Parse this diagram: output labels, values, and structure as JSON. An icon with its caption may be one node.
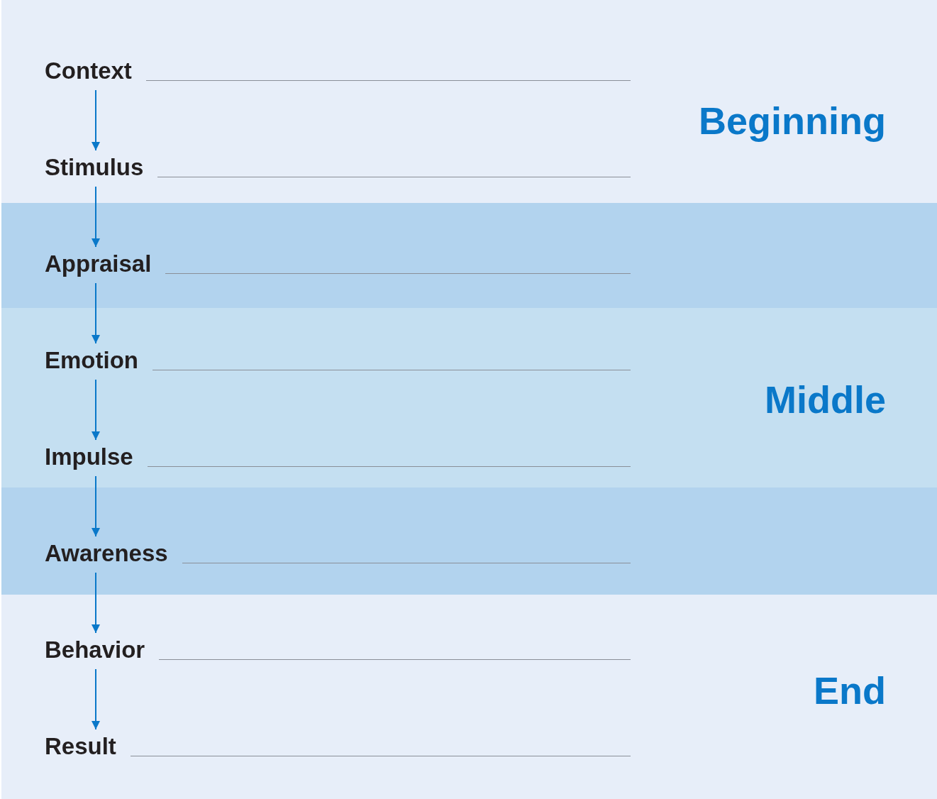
{
  "diagram": {
    "nodes": [
      {
        "text": [
          "Beginning"
        ]
      },
      {
        "text": [],
        "shape": "bar"
      },
      {
        "text": [
          "Middle"
        ]
      },
      {
        "text": [],
        "shape": "bar"
      },
      {
        "text": [
          "End"
        ]
      },
      {
        "text": [
          "Context"
        ],
        "in": 0
      },
      {
        "text": [
          "Stimulus"
        ],
        "in": 0
      },
      {
        "text": [
          "Appraisal"
        ],
        "in": 1
      },
      {
        "text": [
          "Emotion"
        ],
        "in": 2
      },
      {
        "text": [
          "Impulse"
        ],
        "in": 2
      },
      {
        "text": [
          "Awareness"
        ],
        "in": 3
      },
      {
        "text": [
          "Behavior"
        ],
        "in": 4
      },
      {
        "text": [
          "Result"
        ],
        "in": 4
      }
    ],
    "edges": [
      {
        "from": 5,
        "to": 6,
        "arrow": "to"
      },
      {
        "from": 6,
        "to": 7,
        "arrow": "to"
      },
      {
        "from": 7,
        "to": 8,
        "arrow": "to"
      },
      {
        "from": 8,
        "to": 9,
        "arrow": "to"
      },
      {
        "from": 9,
        "to": 10,
        "arrow": "to"
      },
      {
        "from": 10,
        "to": 11,
        "arrow": "to"
      },
      {
        "from": 11,
        "to": 12,
        "arrow": "to"
      }
    ]
  }
}
